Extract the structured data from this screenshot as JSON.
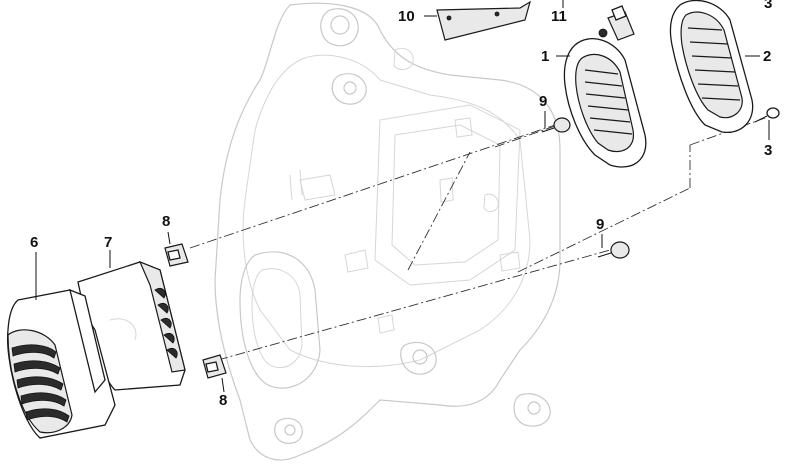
{
  "callouts": [
    {
      "id": "c10",
      "label": "10"
    },
    {
      "id": "c11",
      "label": "11"
    },
    {
      "id": "c3a",
      "label": "3"
    },
    {
      "id": "c1",
      "label": "1"
    },
    {
      "id": "c2",
      "label": "2"
    },
    {
      "id": "c9a",
      "label": "9"
    },
    {
      "id": "c3b",
      "label": "3"
    },
    {
      "id": "c9b",
      "label": "9"
    },
    {
      "id": "c8a",
      "label": "8"
    },
    {
      "id": "c6",
      "label": "6"
    },
    {
      "id": "c7",
      "label": "7"
    },
    {
      "id": "c8b",
      "label": "8"
    }
  ]
}
